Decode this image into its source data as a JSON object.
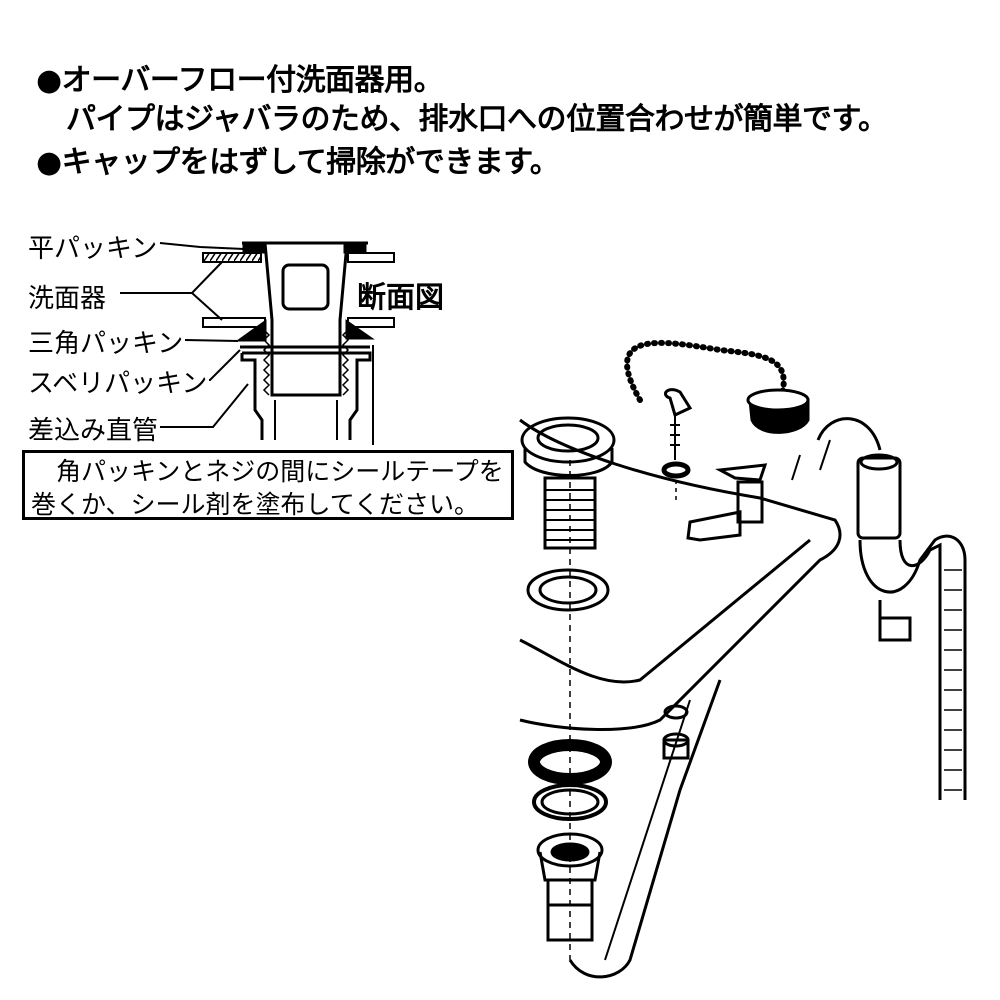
{
  "header": {
    "line1": "●オーバーフロー付洗面器用。",
    "line2": "パイプはジャバラのため、排水口への位置合わせが簡単です。",
    "line3": "●キャップをはずして掃除ができます。"
  },
  "cross_section": {
    "title": "断面図",
    "labels": [
      "平パッキン",
      "洗面器",
      "三角パッキン",
      "スベリパッキン",
      "差込み直管"
    ]
  },
  "note": {
    "line1": "　角パッキンとネジの間にシールテープを",
    "line2": "巻くか、シール剤を塗布してください。"
  }
}
